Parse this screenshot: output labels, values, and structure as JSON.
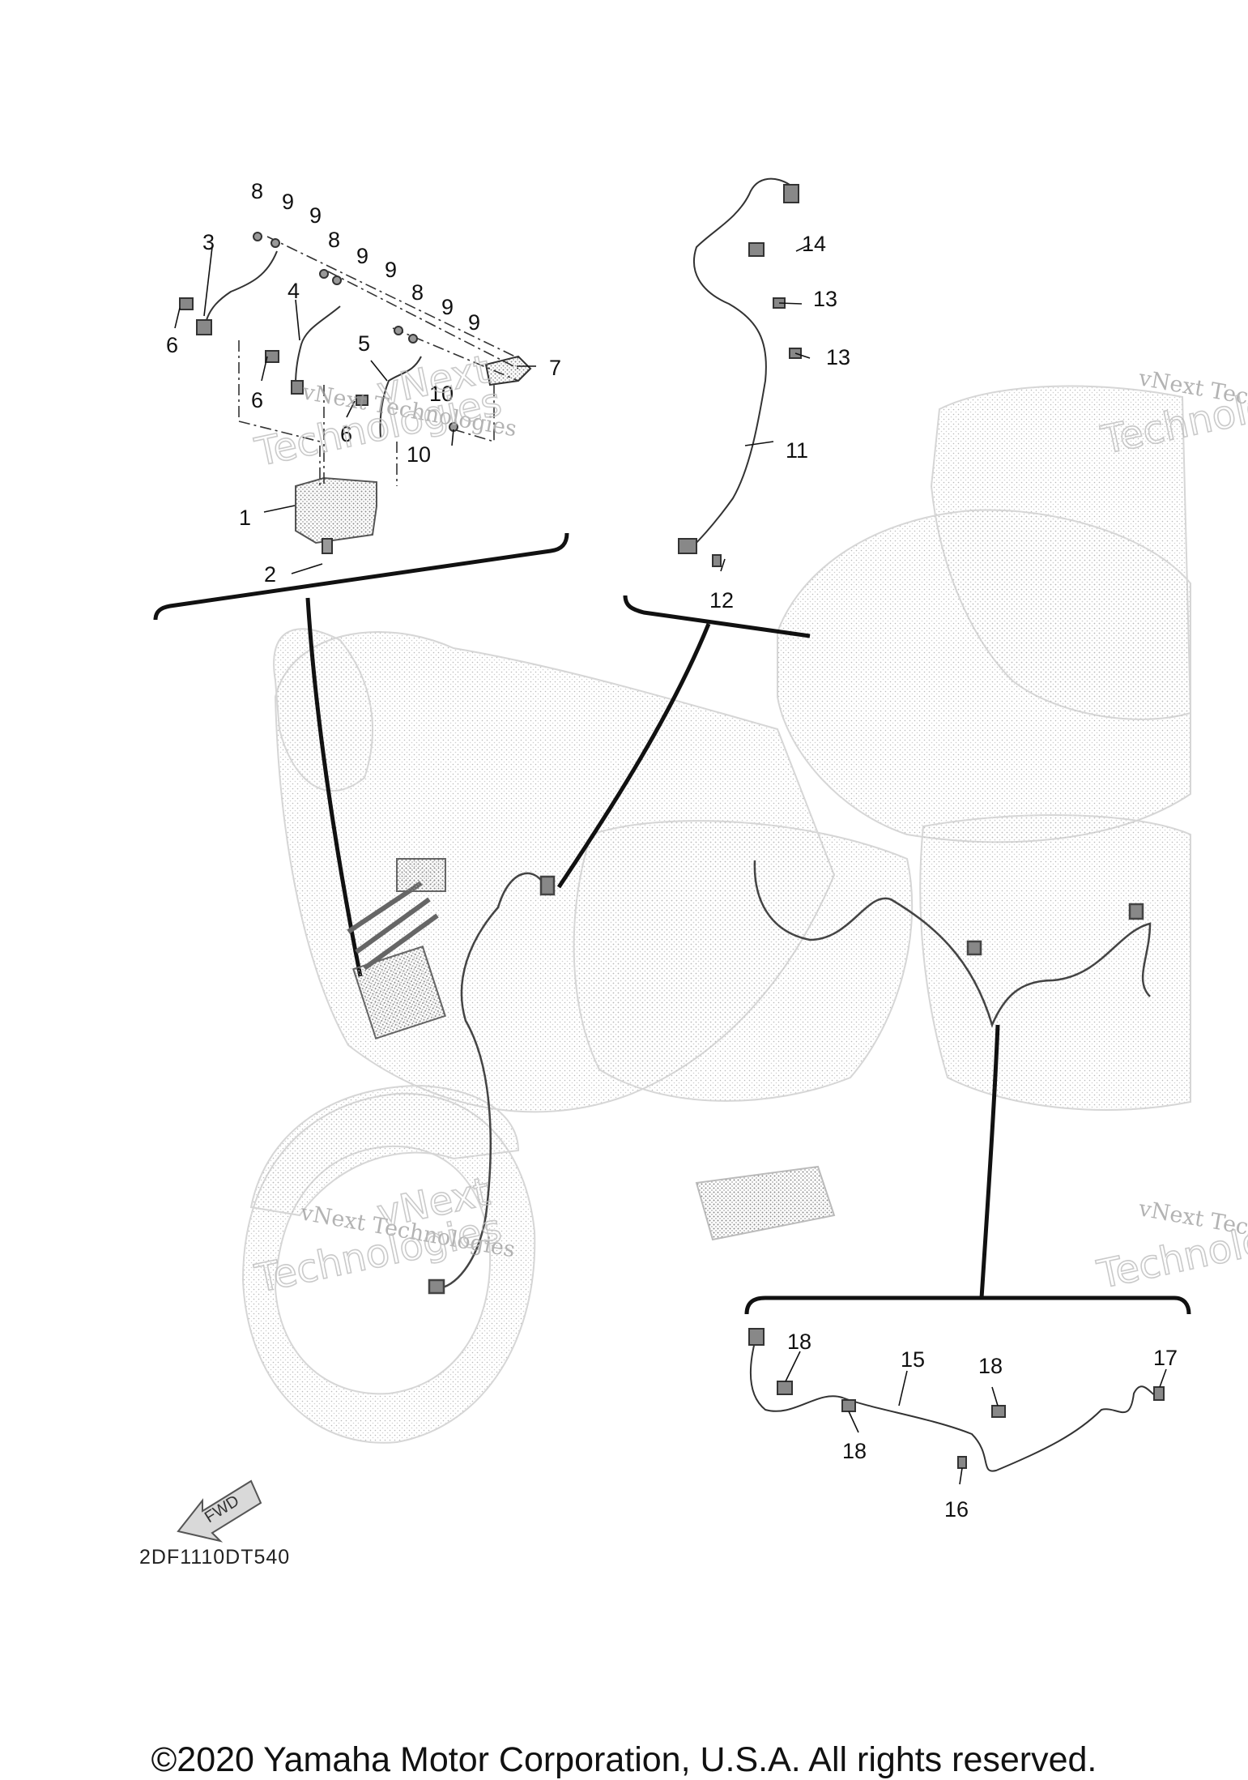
{
  "diagram": {
    "code": "2DF1110DT540",
    "direction_label": "FWD",
    "watermark": {
      "line1": "vNext Technologies",
      "line2": "vNext",
      "line3": "Technologies"
    },
    "copyright": "©2020 Yamaha Motor Corporation, U.S.A. All rights reserved.",
    "callouts": [
      "1",
      "2",
      "3",
      "4",
      "5",
      "6",
      "6",
      "6",
      "7",
      "8",
      "8",
      "8",
      "9",
      "9",
      "9",
      "9",
      "9",
      "9",
      "10",
      "10",
      "11",
      "12",
      "13",
      "13",
      "14",
      "15",
      "16",
      "17",
      "18",
      "18",
      "18"
    ]
  }
}
